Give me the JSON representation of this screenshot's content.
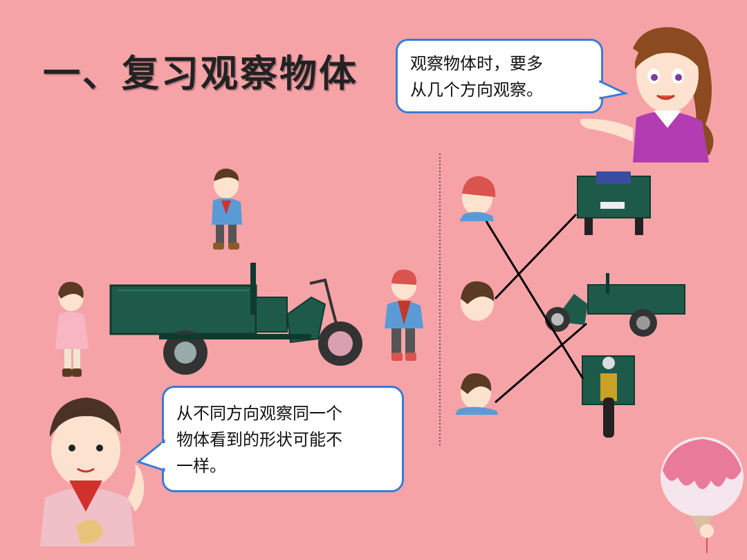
{
  "slide": {
    "title": "一、复习观察物体",
    "teacher_bubble": {
      "line1": "观察物体时，要多",
      "line2": "从几个方向观察。"
    },
    "student_bubble": {
      "line1": "从不同方向观察同一个",
      "line2": "物体看到的形状可能不",
      "line3": "一样。"
    }
  },
  "colors": {
    "background": "#f6a3a8",
    "bubble_border": "#3a7bd5",
    "tricycle_body": "#1e5a4a"
  }
}
